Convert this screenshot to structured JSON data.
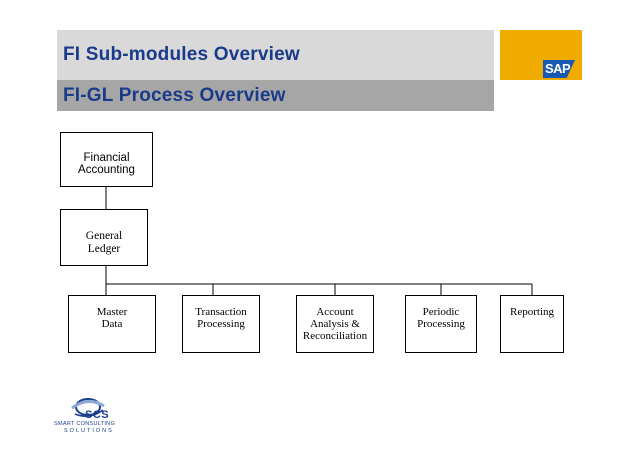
{
  "header": {
    "title": "FI Sub-modules Overview",
    "subtitle": "FI-GL Process Overview",
    "title_color": "#1a3a8a",
    "band_colors": [
      "#d9d9d9",
      "#a6a6a6"
    ]
  },
  "brand_logo": {
    "text": "SAP",
    "corner_color": "#f0ab00",
    "logo_color": "#1a58b6"
  },
  "diagram": {
    "root": "Financial\nAccounting",
    "level2": "General\nLedger",
    "children": [
      "Master\nData",
      "Transaction\nProcessing",
      "Account\nAnalysis &\nReconciliation",
      "Periodic\nProcessing",
      "Reporting"
    ]
  },
  "footer_logo": {
    "acronym": "SCS",
    "tagline_top": "SMART CONSULTING",
    "tagline_bottom": "SOLUTIONS",
    "color": "#1b3e8c"
  }
}
